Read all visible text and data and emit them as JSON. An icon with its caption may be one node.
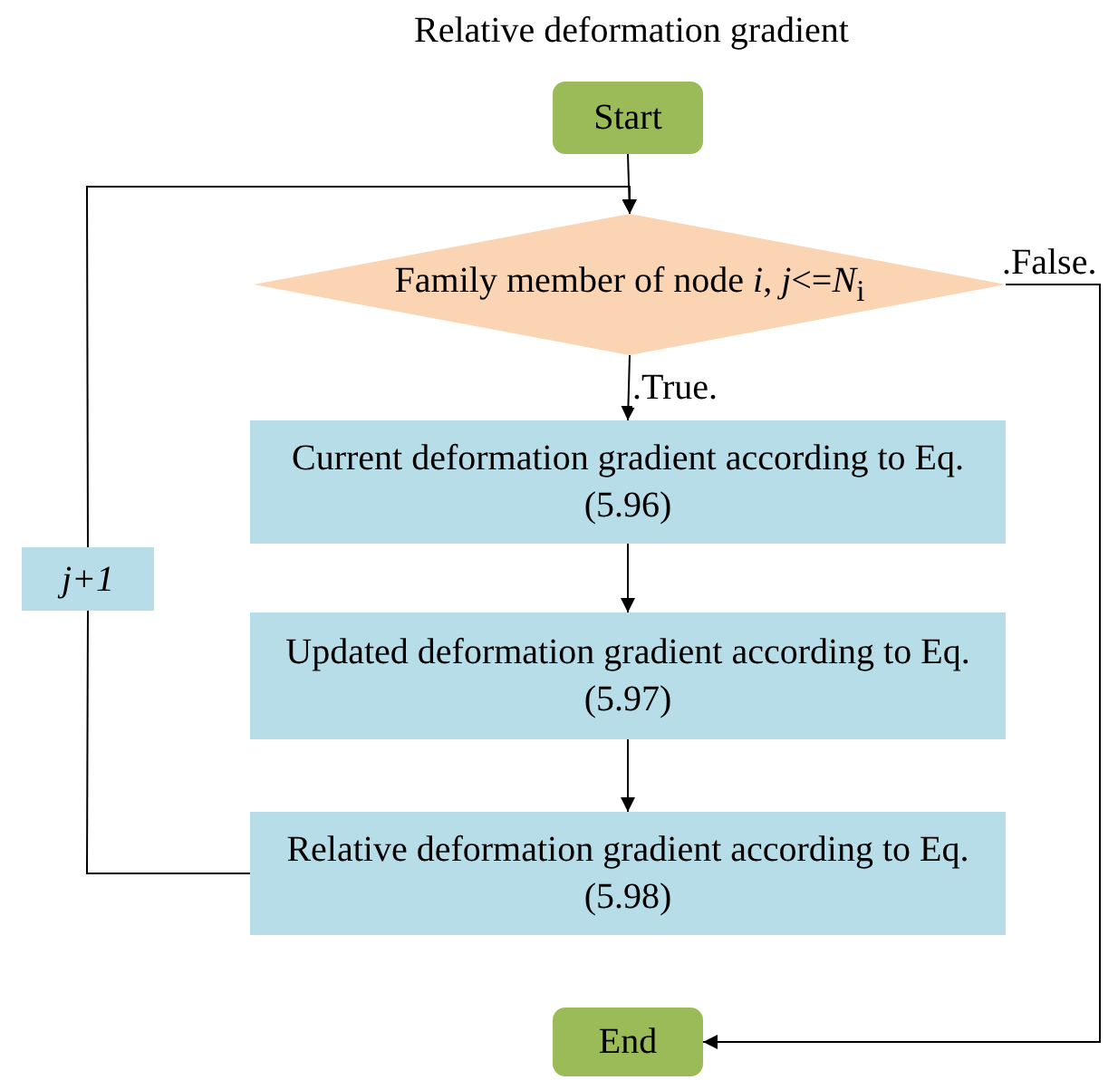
{
  "diagram": {
    "title": "Relative deformation gradient",
    "nodes": [
      {
        "text": [
          "Start"
        ]
      },
      {
        "text": [
          "Family member of node *i*, *j*<=*N*$_{i}$"
        ]
      },
      {
        "text": [
          "Current deformation gradient according to Eq.(5.96)"
        ]
      },
      {
        "text": [
          "Updated deformation gradient according to Eq.(5.97)"
        ]
      },
      {
        "text": [
          "Relative deformation gradient according to Eq.(5.98)"
        ]
      },
      {
        "text": [
          "j+1"
        ]
      },
      {
        "text": [
          "End"
        ]
      }
    ],
    "edges": [
      {
        "from": 0,
        "to": 1,
        "arrow": "to"
      },
      {
        "from": 1,
        "to": 2,
        "arrow": "to",
        "label": ".True."
      },
      {
        "from": 2,
        "to": 3,
        "arrow": "to"
      },
      {
        "from": 3,
        "to": 4,
        "arrow": "to"
      },
      {
        "from": 4,
        "to": 5,
        "arrow": "none"
      },
      {
        "from": 5,
        "to": 1,
        "arrow": "to"
      },
      {
        "from": 1,
        "to": 6,
        "arrow": "to",
        "label": ".False."
      }
    ]
  }
}
